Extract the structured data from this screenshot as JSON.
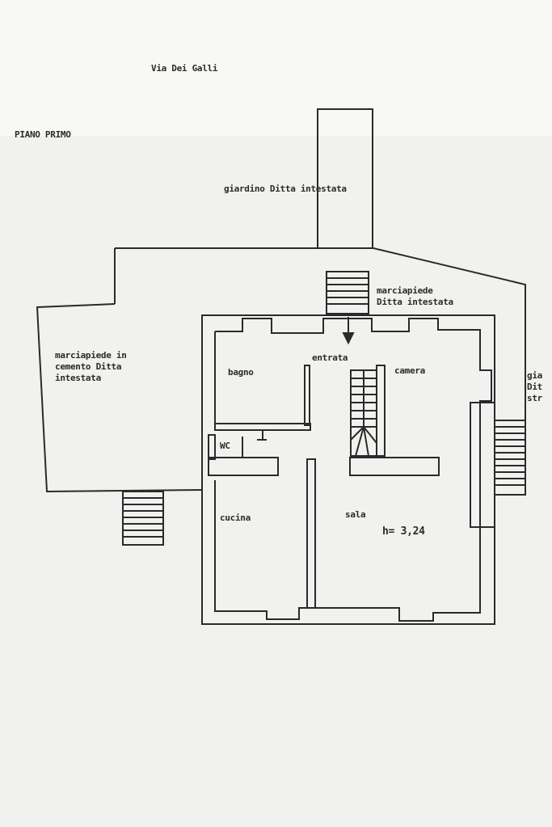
{
  "header": {
    "street_label": "Via Dei Galli",
    "floor_label": "PIANO PRIMO"
  },
  "plan": {
    "garden_top_label": "giardino Ditta intestata",
    "sidewalk_right_label": "marciapiede\nDitta intestata",
    "sidewalk_left_label": "marciapiede in\ncemento Ditta\nintestata",
    "garden_right_label": "gia\nDit\nstr",
    "rooms": {
      "bathroom": "bagno",
      "entrance": "entrata",
      "bedroom": "camera",
      "wc": "WC",
      "kitchen": "cucina",
      "living": "sala",
      "height": "h= 3,24"
    }
  },
  "colors": {
    "ink": "#2a2a2a",
    "paper": "#f1f1ef"
  }
}
